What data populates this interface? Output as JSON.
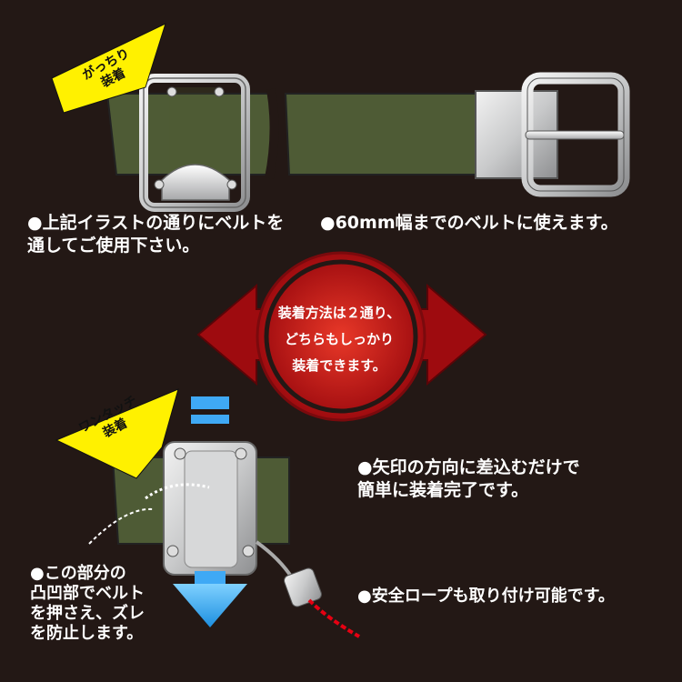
{
  "badges": {
    "top": [
      "がっちり",
      "装着"
    ],
    "bottom": [
      "ワンタッチ",
      "装着"
    ]
  },
  "captions": {
    "thread_through": [
      "●上記イラストの通りにベルトを",
      "通してご使用下さい。"
    ],
    "belt_width": "●60mm幅までのベルトに使えます。",
    "insert": [
      "●矢印の方向に差込むだけで",
      "簡単に装着完了です。"
    ],
    "grip": [
      "●この部分の",
      "凸凹部でベルト",
      "を押さえ、ズレ",
      "を防止します。"
    ],
    "rope": "●安全ロープも取り付け可能です。"
  },
  "center_badge": [
    "装着方法は２通り、",
    "どちらもしっかり",
    "装着できます。"
  ],
  "colors": {
    "background": "#231815",
    "belt": "#4e5b35",
    "badge_yellow": "#fff100",
    "arrow_red": "#c8161d",
    "arrow_blue": "#3fa9f5",
    "metal": "#c9cacb"
  }
}
